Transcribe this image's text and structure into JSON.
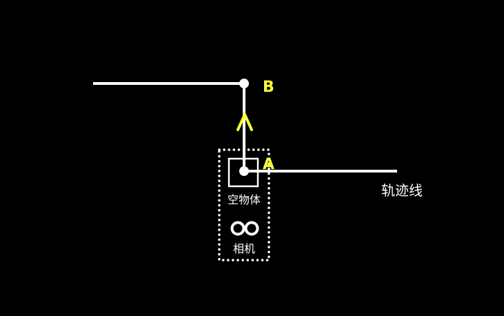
{
  "colors": {
    "background": "#000000",
    "line": "#ffffff",
    "highlight": "#ffff33"
  },
  "points": {
    "a_label": "A",
    "b_label": "B"
  },
  "labels": {
    "trajectory": "轨迹线",
    "empty_object": "空物体",
    "camera": "相机"
  },
  "icons": {
    "camera_icon": "binocular-circles-icon",
    "direction_icon": "up-arrow-chevron-icon"
  }
}
